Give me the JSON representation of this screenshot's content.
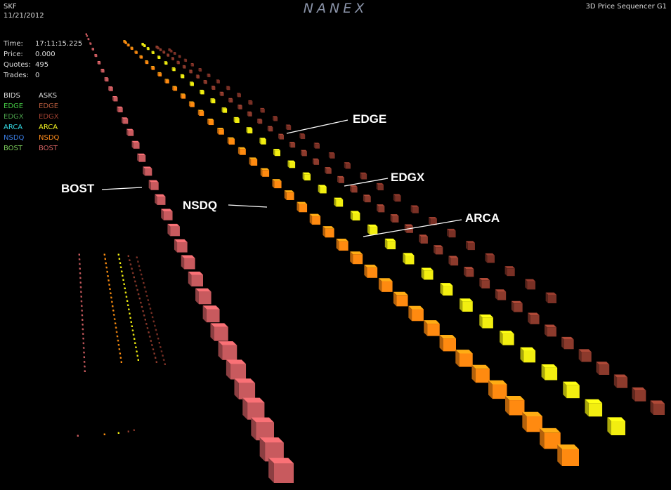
{
  "header": {
    "symbol": "SKF",
    "date": "11/21/2012",
    "brand": "NANEX",
    "app_title": "3D Price Sequencer G1"
  },
  "stats": [
    {
      "label": "Time:",
      "value": "17:11:15.225"
    },
    {
      "label": "Price:",
      "value": "0.000"
    },
    {
      "label": "Quotes:",
      "value": "495"
    },
    {
      "label": "Trades:",
      "value": "0"
    }
  ],
  "legend": {
    "bids_header": "BIDS",
    "asks_header": "ASKS",
    "rows": [
      {
        "bid": "EDGE",
        "ask": "EDGE",
        "bid_color": "#44c844",
        "ask_color": "#b55a3c"
      },
      {
        "bid": "EDGX",
        "ask": "EDGX",
        "bid_color": "#4a9e4a",
        "ask_color": "#a04030"
      },
      {
        "bid": "ARCA",
        "ask": "ARCA",
        "bid_color": "#33d6e0",
        "ask_color": "#f0f020"
      },
      {
        "bid": "NSDQ",
        "ask": "NSDQ",
        "bid_color": "#3a7ee6",
        "ask_color": "#ff8c1a"
      },
      {
        "bid": "BOST",
        "ask": "BOST",
        "bid_color": "#7ccc5a",
        "ask_color": "#d06060"
      }
    ]
  },
  "callouts": {
    "edge": "EDGE",
    "edgx": "EDGX",
    "arca": "ARCA",
    "nsdq": "NSDQ",
    "bost": "BOST"
  },
  "colors": {
    "bost": "#c85a5e",
    "nsdq": "#ff8a10",
    "arca": "#f2ee10",
    "edge": "#8c3a2c",
    "edgx": "#7a3025",
    "brand": "#8a93a8"
  }
}
